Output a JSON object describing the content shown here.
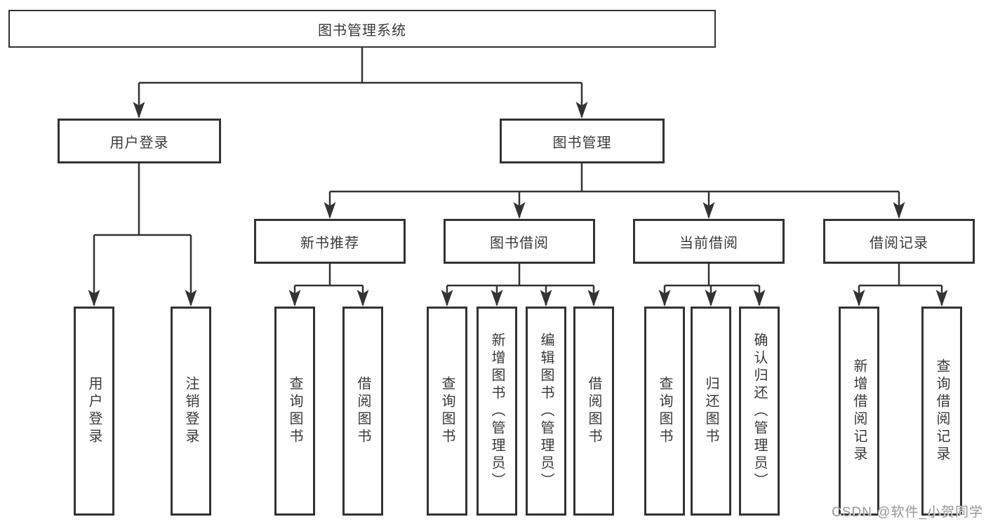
{
  "diagram_title": "图书管理系统",
  "tree": {
    "root": {
      "label": "图书管理系统",
      "children": [
        {
          "label": "用户登录",
          "children": [
            {
              "label": "用户登录"
            },
            {
              "label": "注销登录"
            }
          ]
        },
        {
          "label": "图书管理",
          "children": [
            {
              "label": "新书推荐",
              "children": [
                {
                  "label": "查询图书"
                },
                {
                  "label": "借阅图书"
                }
              ]
            },
            {
              "label": "图书借阅",
              "children": [
                {
                  "label": "查询图书"
                },
                {
                  "label": "新增图书（管理员）"
                },
                {
                  "label": "编辑图书（管理员）"
                },
                {
                  "label": "借阅图书"
                }
              ]
            },
            {
              "label": "当前借阅",
              "children": [
                {
                  "label": "查询图书"
                },
                {
                  "label": "归还图书"
                },
                {
                  "label": "确认归还（管理员）"
                }
              ]
            },
            {
              "label": "借阅记录",
              "children": [
                {
                  "label": "新增借阅记录"
                },
                {
                  "label": "查询借阅记录"
                }
              ]
            }
          ]
        }
      ]
    }
  },
  "watermark": {
    "text": "CSDN @软件_小贺同学"
  },
  "colors": {
    "line": "#333333",
    "box_border": "#333333",
    "box_background": "#ffffff",
    "text": "#3a3a3a",
    "watermark": "#9c9c9c"
  }
}
